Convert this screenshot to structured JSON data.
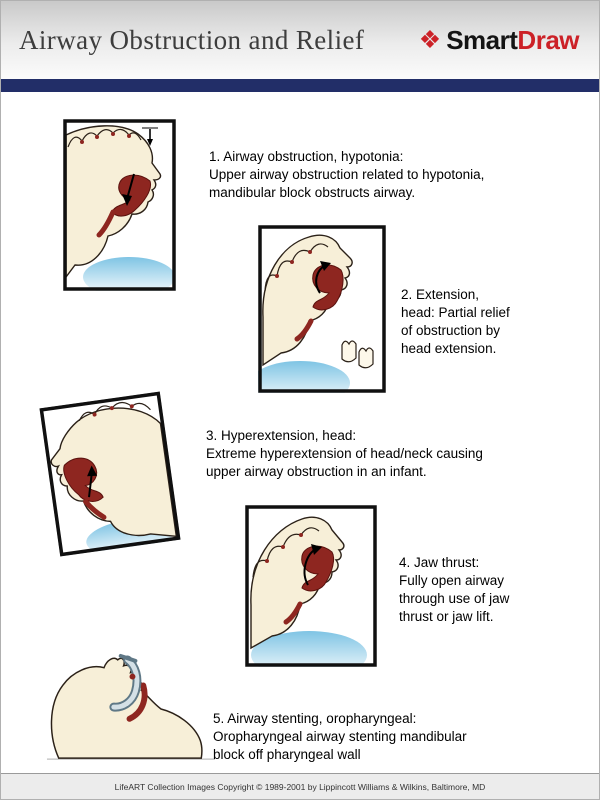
{
  "header": {
    "title": "Airway Obstruction and Relief",
    "logo": {
      "icon_glyph": "❖",
      "smart": "Smart",
      "draw": "Draw"
    }
  },
  "colors": {
    "navy_bar": "#222e68",
    "logo_red": "#cc2127",
    "skin": "#f7efd8",
    "maroon": "#8e2620",
    "cushion_blue": "#7fc4e4"
  },
  "steps": [
    {
      "text": "1. Airway obstruction, hypotonia:\nUpper airway obstruction related to hypotonia,\nmandibular block obstructs airway."
    },
    {
      "text": "2. Extension,\nhead: Partial relief\nof obstruction by\nhead extension."
    },
    {
      "text": "3. Hyperextension, head:\nExtreme hyperextension of head/neck causing\nupper airway obstruction in an infant."
    },
    {
      "text": "4. Jaw thrust:\nFully open airway\nthrough use of jaw\nthrust or jaw lift."
    },
    {
      "text": "5. Airway stenting, oropharyngeal:\nOropharyngeal airway stenting mandibular\nblock off pharyngeal wall"
    }
  ],
  "footer": {
    "copyright": "LifeART Collection Images Copyright © 1989-2001 by Lippincott Williams & Wilkins, Baltimore, MD"
  }
}
